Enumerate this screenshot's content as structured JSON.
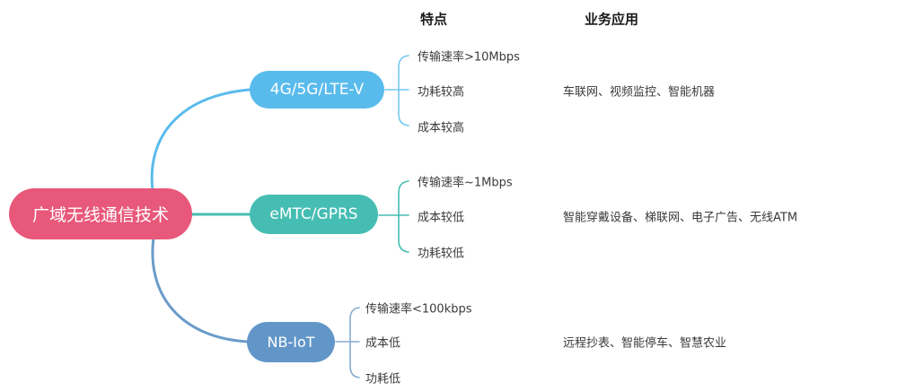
{
  "columns": {
    "features_label": "特点",
    "applications_label": "业务应用"
  },
  "root": {
    "label": "广域无线通信技术",
    "color": "#e8587a"
  },
  "branches": [
    {
      "label": "4G/5G/LTE-V",
      "color": "#59bbec",
      "line_color": "#74c9ef",
      "features": [
        "传输速率>10Mbps",
        "功耗较高",
        "成本较高"
      ],
      "applications": "车联网、视频监控、智能机器"
    },
    {
      "label": "eMTC/GPRS",
      "color": "#45bdb2",
      "line_color": "#45bdb2",
      "features": [
        "传输速率~1Mbps",
        "成本较低",
        "功耗较低"
      ],
      "applications": "智能穿戴设备、梯联网、电子广告、无线ATM"
    },
    {
      "label": "NB-IoT",
      "color": "#6296c8",
      "line_color": "#86abd1",
      "features": [
        "传输速率<100kbps",
        "成本低",
        "功耗低"
      ],
      "applications": "远程抄表、智能停车、智慧农业"
    }
  ]
}
